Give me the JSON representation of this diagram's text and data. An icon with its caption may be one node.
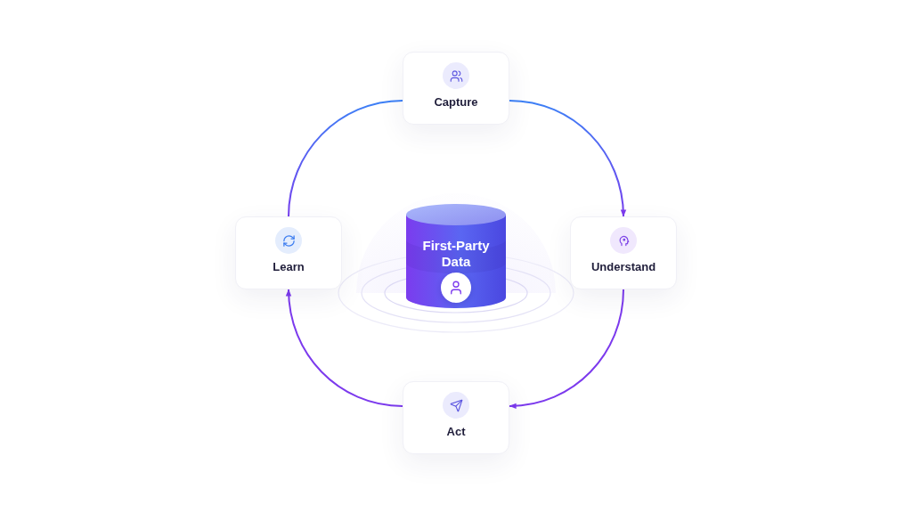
{
  "diagram": {
    "nodes": [
      {
        "text": [
          "Capture"
        ]
      },
      {
        "text": [
          "Learn"
        ]
      },
      {
        "text": [
          "First-Party Data"
        ]
      },
      {
        "text": [
          "Understand"
        ]
      },
      {
        "text": [
          "Act"
        ]
      }
    ],
    "edges": [
      {
        "from": 0,
        "to": 3,
        "arrow": "to"
      },
      {
        "from": 3,
        "to": 4,
        "arrow": "to"
      },
      {
        "from": 4,
        "to": 1,
        "arrow": "to"
      },
      {
        "from": 1,
        "to": 0,
        "arrow": "none"
      }
    ]
  }
}
